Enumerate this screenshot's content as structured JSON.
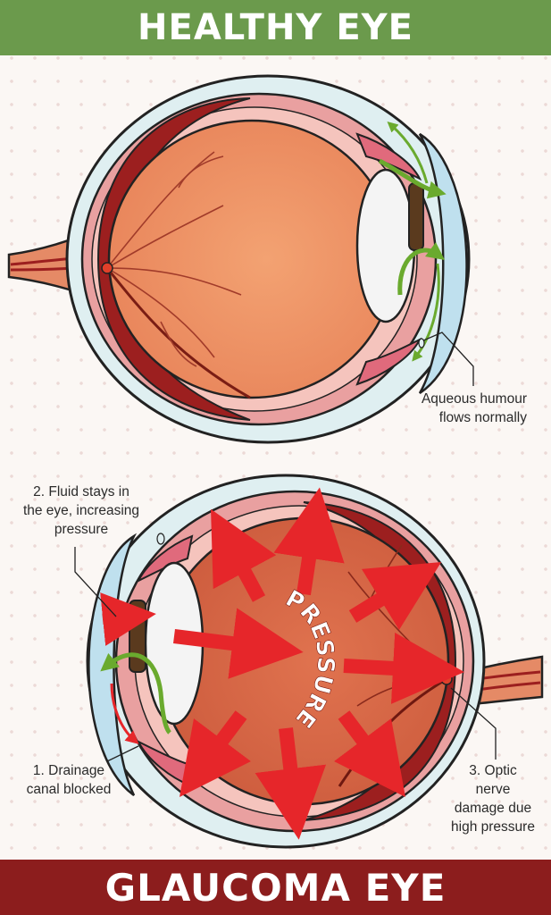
{
  "top_title": "HEALTHY EYE",
  "bottom_title": "GLAUCOMA EYE",
  "healthy_label": [
    "Aqueous humour",
    "flows normally"
  ],
  "label_fluid": [
    "2. Fluid stays in",
    "the eye, increasing",
    "pressure"
  ],
  "label_drainage": [
    "1. Drainage",
    "canal blocked"
  ],
  "label_optic": [
    "3. Optic",
    "nerve",
    "damage due",
    "high pressure"
  ],
  "pressure_word": "PRESSURE",
  "colors": {
    "healthy_green": "#6b9a4c",
    "glaucoma_red": "#8c1d1d",
    "flow_arrow": "#6aaa2e",
    "pressure_arrow": "#e6262a"
  }
}
